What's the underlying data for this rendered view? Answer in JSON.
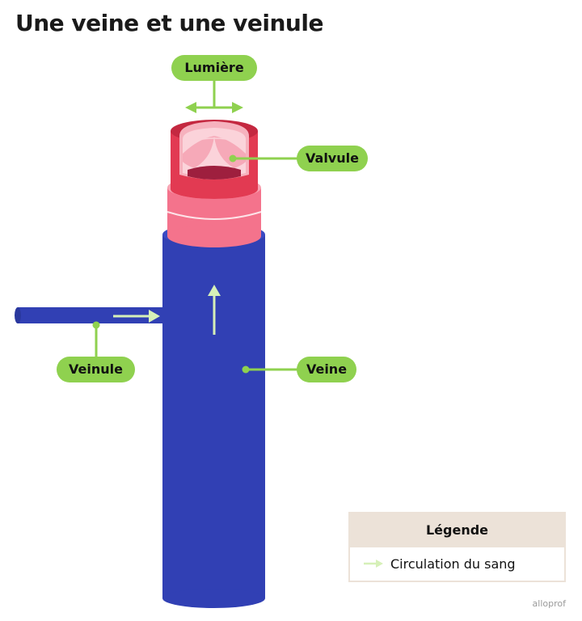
{
  "title": "Une veine et une veinule",
  "labels": {
    "lumen": "Lumière",
    "valve": "Valvule",
    "venule": "Veinule",
    "vein": "Veine"
  },
  "legend": {
    "header": "Légende",
    "items": [
      {
        "label": "Circulation du sang",
        "icon": "arrow-right-icon",
        "color": "#d6f0b8"
      }
    ]
  },
  "watermark": "alloprof",
  "colors": {
    "vein_blue": "#3140b4",
    "label_green": "#8fd14f",
    "arrow_light_green": "#d6f0b8",
    "outer_pink": "#f4738c",
    "inner_red": "#e23a52",
    "valve_dark": "#9e1f3e",
    "legend_beige": "#ece2d8"
  }
}
